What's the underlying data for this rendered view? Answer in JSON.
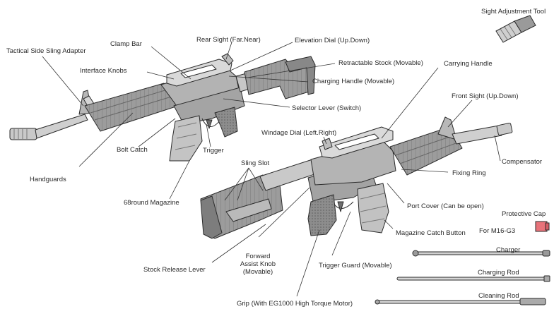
{
  "labels": {
    "sight_adjustment_tool": "Sight Adjustment Tool",
    "clamp_bar": "Clamp Bar",
    "rear_sight": "Rear Sight (Far.Near)",
    "elevation_dial": "Elevation Dial (Up.Down)",
    "tactical_side_sling_adapter": "Tactical Side Sling Adapter",
    "interface_knobs": "Interface Knobs",
    "retractable_stock": "Retractable Stock (Movable)",
    "carrying_handle": "Carrying Handle",
    "charging_handle": "Charging Handle (Movable)",
    "front_sight": "Front Sight (Up.Down)",
    "selector_lever": "Selector Lever  (Switch)",
    "windage_dial": "Windage Dial (Left.Right)",
    "bolt_catch": "Bolt Catch",
    "trigger": "Trigger",
    "compensator": "Compensator",
    "sling_slot": "Sling Slot",
    "fixing_ring": "Fixing Ring",
    "handguards": "Handguards",
    "magazine": "68round Magazine",
    "port_cover": "Port Cover  (Can be open)",
    "protective_cap": "Protective Cap",
    "for_m16_g3": "For M16-G3",
    "magazine_catch_button": "Magazine Catch Button",
    "forward_assist_knob_line1": "Forward",
    "forward_assist_knob_line2": "Assist Knob",
    "forward_assist_knob_line3": "(Movable)",
    "charger": "Charger",
    "stock_release_lever": "Stock Release Lever",
    "trigger_guard": "Trigger Guard (Movable)",
    "charging_rod": "Charging Rod",
    "cleaning_rod": "Cleaning Rod",
    "grip": "Grip (With EG1000 High Torque Motor)"
  },
  "colors": {
    "outline": "#2b2b2b",
    "body_gray": "#a9a9a9",
    "light_gray": "#d3d3d3",
    "dark_gray": "#6e6e6e",
    "cap_red": "#e8737a",
    "leader_line": "#333333"
  }
}
